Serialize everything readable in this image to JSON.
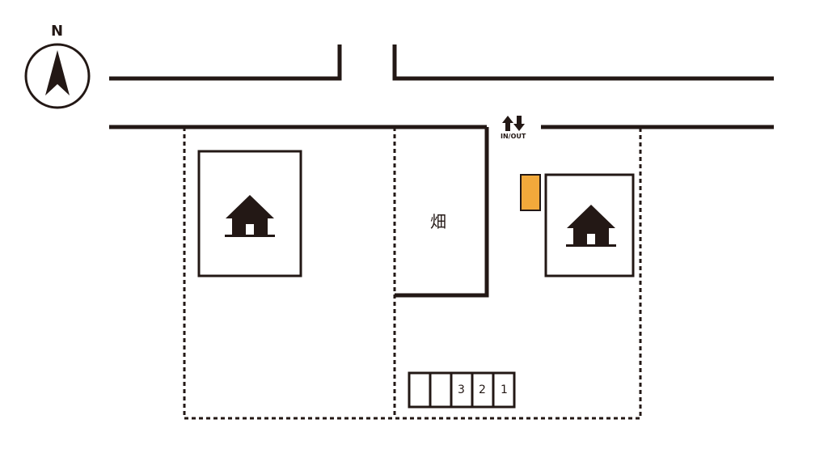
{
  "compass": {
    "label": "N"
  },
  "entrance": {
    "label": "IN/OUT"
  },
  "field": {
    "label": "畑"
  },
  "parking": {
    "slots": [
      "",
      "",
      "3",
      "2",
      "1"
    ]
  },
  "colors": {
    "line": "#231815",
    "marker": "#F2A93B"
  }
}
